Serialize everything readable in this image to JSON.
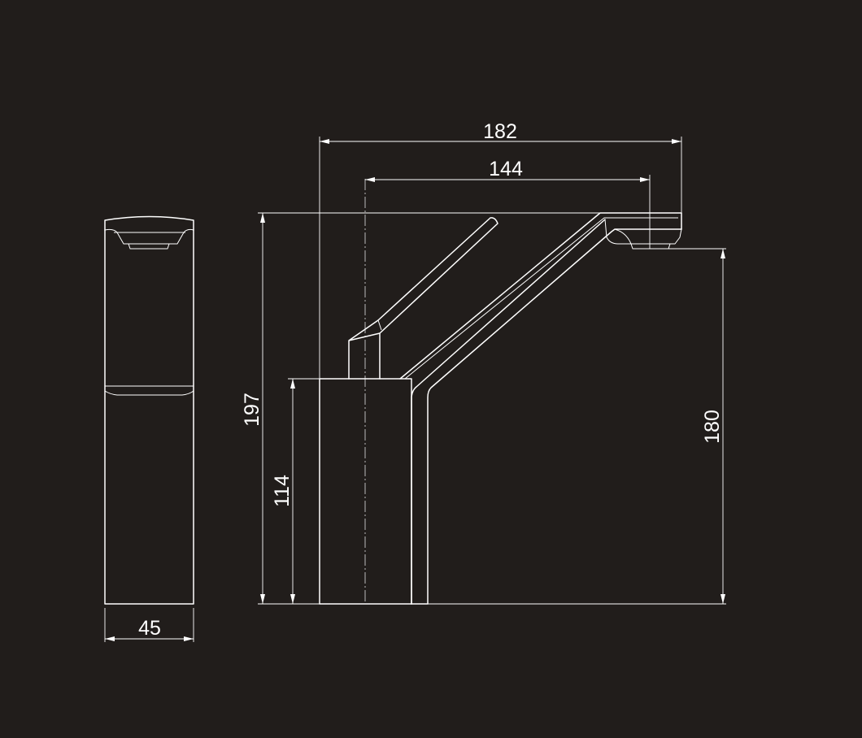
{
  "colors": {
    "background": "#211d1b",
    "lines": "#ffffff"
  },
  "dimensions": {
    "side_width": "45",
    "total_height": "197",
    "body_height": "114",
    "spout_reach": "182",
    "lever_spout_distance": "144",
    "spout_outlet_height": "180"
  }
}
